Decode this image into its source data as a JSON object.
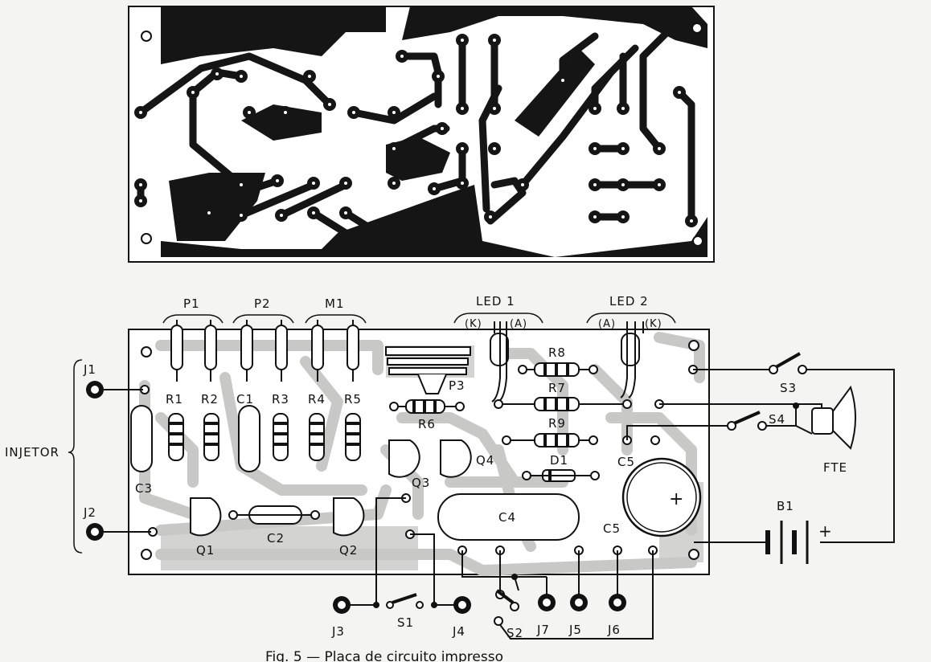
{
  "labels": {
    "P1": "P1",
    "P2": "P2",
    "M1": "M1",
    "LED1": "LED 1",
    "LED2": "LED 2",
    "K1": "(K)",
    "A1": "(A)",
    "A2": "(A)",
    "K2": "(K)",
    "R1": "R1",
    "R2": "R2",
    "C1": "C1",
    "R3": "R3",
    "R4": "R4",
    "R5": "R5",
    "R6": "R6",
    "R7": "R7",
    "R8": "R8",
    "R9": "R9",
    "P3": "P3",
    "C3": "C3",
    "C2": "C2",
    "C4": "C4",
    "C5a": "C5",
    "C5b": "C5",
    "Q1": "Q1",
    "Q2": "Q2",
    "Q3": "Q3",
    "Q4": "Q4",
    "D1": "D1",
    "S1": "S1",
    "S2": "S2",
    "S3": "S3",
    "S4": "S4",
    "J1": "J1",
    "J2": "J2",
    "J3": "J3",
    "J4": "J4",
    "J5": "J5",
    "J6": "J6",
    "J7": "J7",
    "B1": "B1",
    "FTE": "FTE",
    "INJETOR": "INJETOR",
    "plus1": "+",
    "plus2": "+"
  },
  "caption": "Fig. 5 — Placa de circuito impresso",
  "colors": {
    "ink": "#111111",
    "paper": "#f4f4f2",
    "overlay": "#c8c8c6",
    "copper": "#151515"
  }
}
